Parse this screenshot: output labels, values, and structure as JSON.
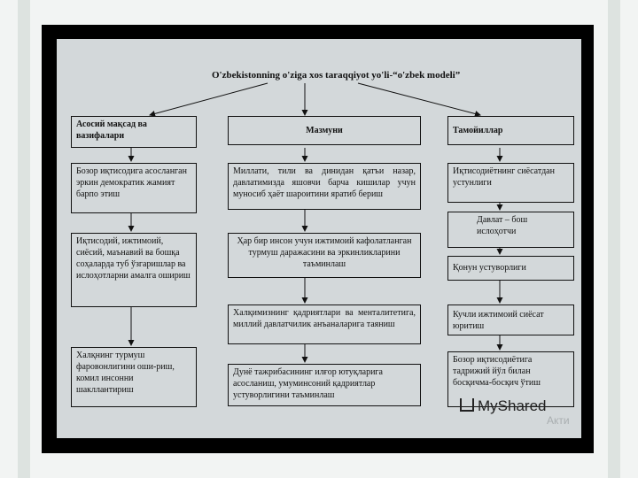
{
  "title": "O'zbekistonning o'ziga xos taraqqiyot yo'li-“o'zbek modeli”",
  "columns": {
    "left": {
      "header": "Асосий мақсад ва вазифалари",
      "items": [
        "Бозор иқтисодига асосланган эркин демократик жамият барпо этиш",
        "Иқтисодий, ижтимоий, сиёсий, маънавий ва бошқа соҳаларда туб ўзгаришлар ва ислоҳотларни амалга ошириш",
        "Халқнинг турмуш фаровонлигини оши-риш, комил инсонни шакллантириш"
      ]
    },
    "middle": {
      "header": "Мазмуни",
      "items": [
        "Миллати, тили ва динидан қатъи назар, давлатимизда яшовчи барча кишилар учун муносиб ҳаёт шароитини яратиб бериш",
        "Ҳар бир инсон учун ижтимоий кафолатланган турмуш даражасини ва эркинликларини таъминлаш",
        "Халқимизнинг қадриятлари ва менталитетига, миллий давлатчилик анъаналарига таяниш",
        "Дунё тажрибасининг илғор ютуқларига асосланиш, умуминсоний қадриятлар устуворлигини таъминлаш"
      ]
    },
    "right": {
      "header": "Тамойиллар",
      "items": [
        "Иқтисодиётнинг сиёсатдан устунлиги",
        "Давлат – бош ислоҳотчи",
        "Қонун устуворлиги",
        "Кучли ижтимоий сиёсат юритиш",
        "Бозор иқтисодиётига тадрижий йўл билан босқичма-босқич ўтиш"
      ]
    }
  },
  "watermark": {
    "brand": "MyShared",
    "activation": "Акти"
  }
}
